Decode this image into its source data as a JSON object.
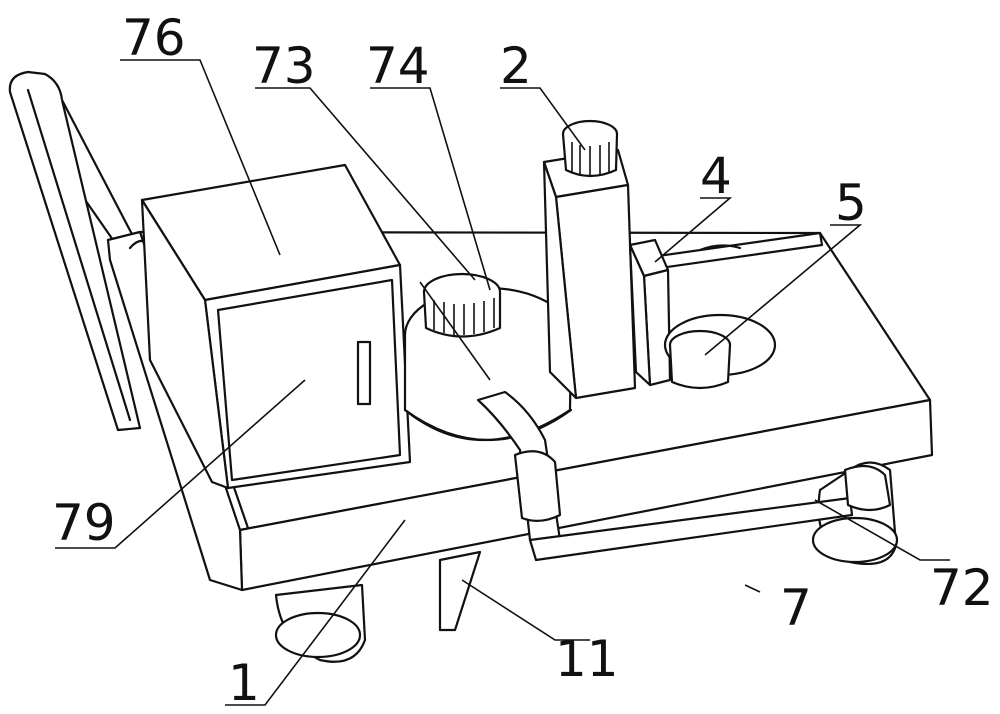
{
  "labels": {
    "l76": "76",
    "l73": "73",
    "l74": "74",
    "l2": "2",
    "l4": "4",
    "l5": "5",
    "l79": "79",
    "l72": "72",
    "l7": "7",
    "l11": "11",
    "l1": "1"
  }
}
